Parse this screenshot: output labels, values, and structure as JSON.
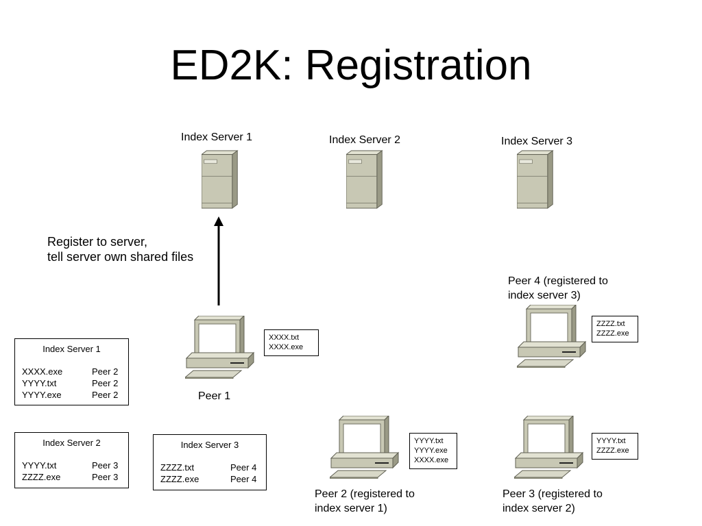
{
  "title": "ED2K: Registration",
  "servers": [
    {
      "label": "Index Server 1",
      "icon": "server-tower-icon"
    },
    {
      "label": "Index Server 2",
      "icon": "server-tower-icon"
    },
    {
      "label": "Index Server 3",
      "icon": "server-tower-icon"
    }
  ],
  "callout": {
    "line1": "Register to server,",
    "line2": "tell server own shared files"
  },
  "peers": {
    "peer1": {
      "label": "Peer 1",
      "files": [
        "XXXX.txt",
        "XXXX.exe"
      ],
      "icon": "desktop-computer-icon"
    },
    "peer2": {
      "label_line1": "Peer 2 (registered to",
      "label_line2": "index server 1)",
      "files": [
        "YYYY.txt",
        "YYYY.exe",
        "XXXX.exe"
      ],
      "icon": "desktop-computer-icon"
    },
    "peer3": {
      "label_line1": "Peer 3 (registered to",
      "label_line2": "index server 2)",
      "files": [
        "YYYY.txt",
        "ZZZZ.exe"
      ],
      "icon": "desktop-computer-icon"
    },
    "peer4": {
      "label_line1": "Peer 4 (registered to",
      "label_line2": "index server 3)",
      "files": [
        "ZZZZ.txt",
        "ZZZZ.exe"
      ],
      "icon": "desktop-computer-icon"
    }
  },
  "index_tables": [
    {
      "title": "Index Server 1",
      "rows": [
        {
          "file": "XXXX.exe",
          "peer": "Peer 2"
        },
        {
          "file": "YYYY.txt",
          "peer": "Peer 2"
        },
        {
          "file": "YYYY.exe",
          "peer": "Peer 2"
        }
      ]
    },
    {
      "title": "Index Server 2",
      "rows": [
        {
          "file": "YYYY.txt",
          "peer": "Peer 3"
        },
        {
          "file": "ZZZZ.exe",
          "peer": "Peer 3"
        }
      ]
    },
    {
      "title": "Index Server 3",
      "rows": [
        {
          "file": "ZZZZ.txt",
          "peer": "Peer 4"
        },
        {
          "file": "ZZZZ.exe",
          "peer": "Peer 4"
        }
      ]
    }
  ],
  "colors": {
    "device_body": "#c8c8b4",
    "device_side": "#9a9a86",
    "device_top": "#e2e2d2",
    "screen": "#ffffff"
  }
}
